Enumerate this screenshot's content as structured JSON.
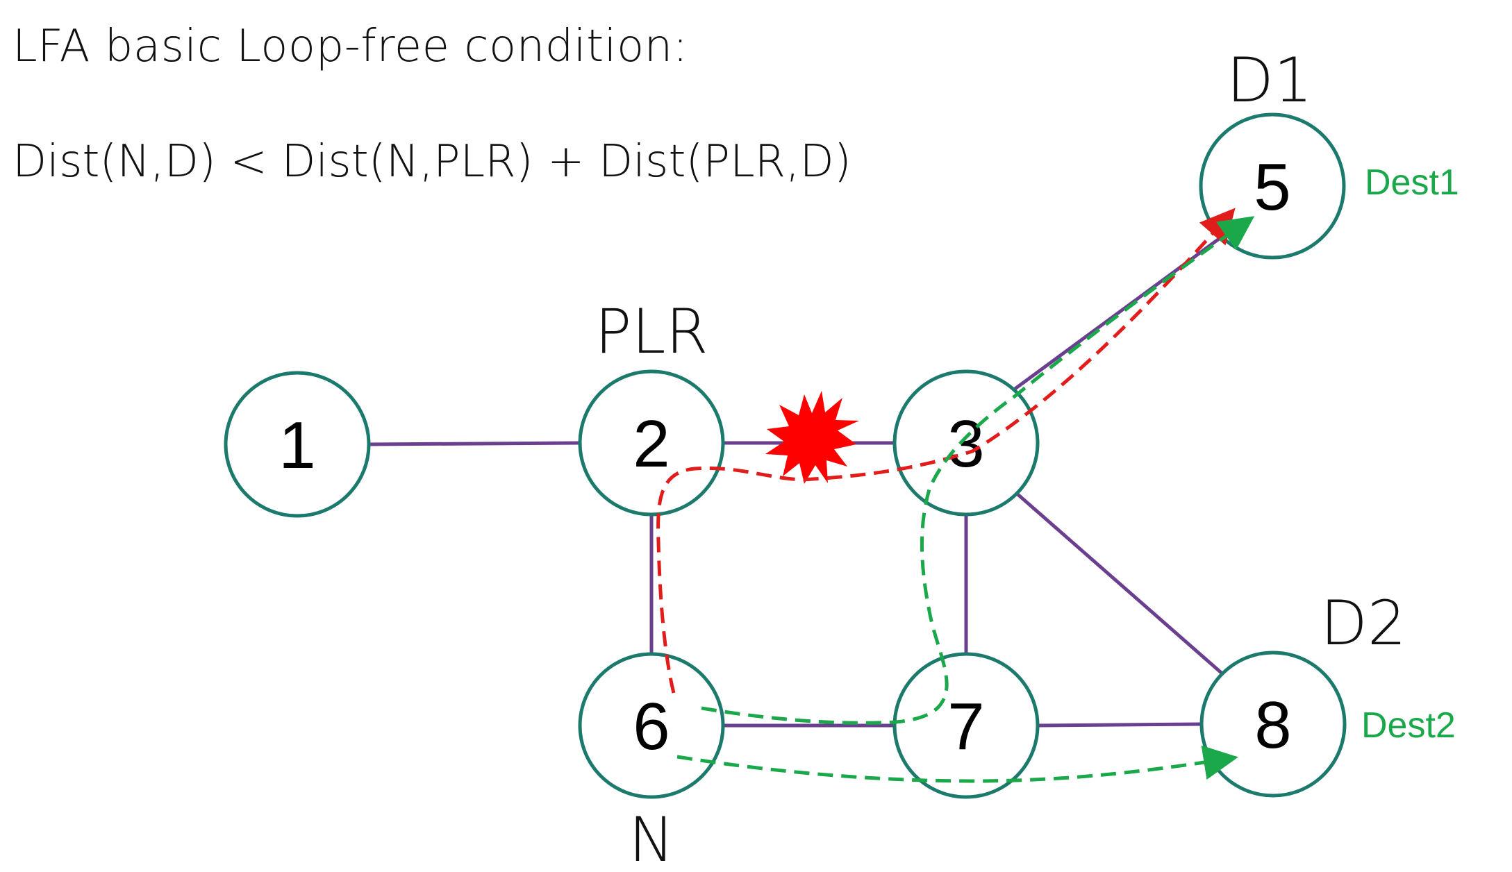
{
  "title": "LFA basic Loop-free condition:",
  "formula": "Dist(N,D) < Dist(N,PLR) + Dist(PLR,D)",
  "nodes": {
    "n1": "1",
    "n2": "2",
    "n3": "3",
    "n5": "5",
    "n6": "6",
    "n7": "7",
    "n8": "8"
  },
  "roles": {
    "plr": "PLR",
    "n": "N",
    "d1": "D1",
    "d2": "D2"
  },
  "destinations": {
    "dest1": "Dest1",
    "dest2": "Dest2"
  },
  "colors": {
    "node_stroke": "#1b7a6b",
    "link": "#6b3f8f",
    "failure": "#ff0000",
    "primary_path": "#e21b1b",
    "backup_path": "#1aa84a",
    "dest_text": "#1aa84a"
  }
}
